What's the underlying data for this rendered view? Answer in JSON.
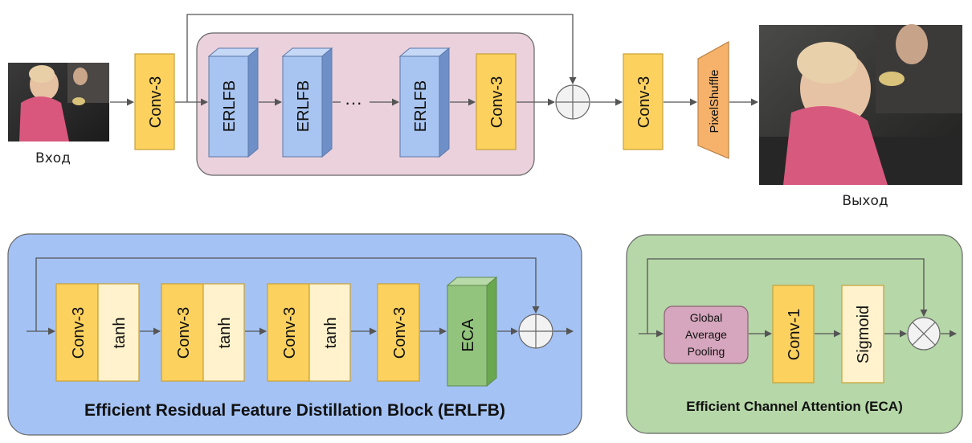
{
  "top": {
    "input_caption": "Вход",
    "output_caption": "Выход",
    "conv3_in": "Conv-3",
    "erlfb_1": "ERLFB",
    "erlfb_2": "ERLFB",
    "ellipsis": "···",
    "erlfb_3": "ERLFB",
    "conv3_inner": "Conv-3",
    "conv3_out": "Conv-3",
    "pixelshuffle": "PixelShuffle"
  },
  "erlfb_block": {
    "title": "Efficient Residual Feature Distillation Block (ERLFB)",
    "conv_1": "Conv-3",
    "tanh_1": "tanh",
    "conv_2": "Conv-3",
    "tanh_2": "tanh",
    "conv_3": "Conv-3",
    "tanh_3": "tanh",
    "conv_4": "Conv-3",
    "eca": "ECA"
  },
  "eca_block": {
    "title": "Efficient Channel Attention (ECA)",
    "gap": [
      "Global",
      "Average",
      "Pooling"
    ],
    "conv1": "Conv-1",
    "sigmoid": "Sigmoid"
  },
  "colors": {
    "conv": "#fcd15e",
    "conv_stroke": "#c9a135",
    "tanh": "#fff2cc",
    "erlfb_front": "#a8c4f0",
    "erlfb_side": "#6f8fc8",
    "group_bg": "#ead1dc",
    "erlfb_bg": "#a4c2f4",
    "eca_bg": "#b6d7a8",
    "eca_box": "#93c47d",
    "gap_box": "#d5a6bd",
    "pixelshuffle": "#f6b26b"
  }
}
